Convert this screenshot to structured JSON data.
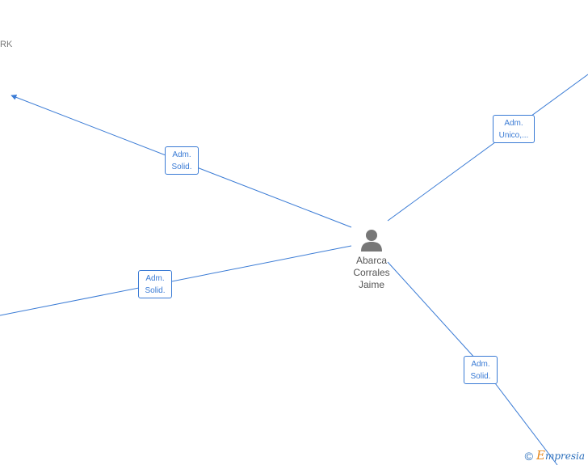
{
  "center_node": {
    "name_lines": [
      "Abarca",
      "Corrales",
      "Jaime"
    ],
    "icon": "person-icon"
  },
  "offscreen_node": {
    "label": "RK"
  },
  "edges": [
    {
      "id": "upper-left",
      "label_lines": [
        "Adm.",
        "Solid."
      ]
    },
    {
      "id": "left",
      "label_lines": [
        "Adm.",
        "Solid."
      ]
    },
    {
      "id": "upper-right",
      "label_lines": [
        "Adm.",
        "Unico,..."
      ]
    },
    {
      "id": "lower-right",
      "label_lines": [
        "Adm.",
        "Solid."
      ]
    }
  ],
  "watermark": {
    "symbol": "©",
    "brand_initial": "E",
    "brand_rest": "mpresia"
  },
  "colors": {
    "edge": "#3a7bd5",
    "node_text": "#555555",
    "icon": "#777777",
    "brand_blue": "#2a6ebb",
    "brand_orange": "#e8891d"
  }
}
